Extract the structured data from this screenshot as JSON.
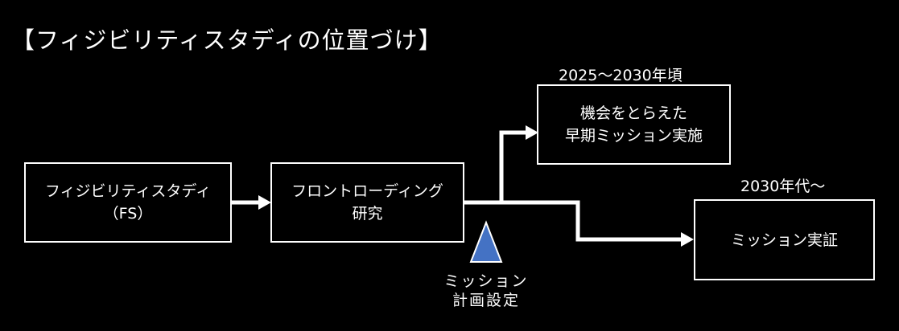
{
  "title": "【フィジビリティスタディの位置づけ】",
  "boxes": {
    "fs": {
      "line1": "フィジビリティスタディ",
      "line2": "（FS）"
    },
    "frontloading": {
      "line1": "フロントローディング",
      "line2": "研究"
    },
    "early_mission": {
      "line1": "機会をとらえた",
      "line2": "早期ミッション実施"
    },
    "mission_demo": {
      "line1": "ミッション実証"
    }
  },
  "timing": {
    "early": "2025～2030年頃",
    "later": "2030年代～"
  },
  "milestone": {
    "line1": "ミッション",
    "line2": "計画設定",
    "color": "#4472c4"
  },
  "colors": {
    "background": "#000000",
    "foreground": "#ffffff",
    "milestone_fill": "#4472c4"
  }
}
